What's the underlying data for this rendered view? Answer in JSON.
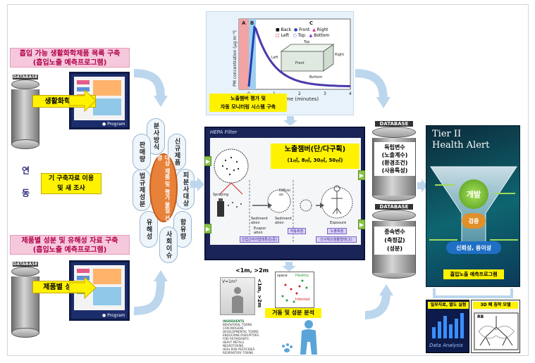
{
  "left": {
    "top_banner_line1": "흡입 가능 생활화학제품 목록 구축",
    "top_banner_line2": "(흡입노출 예측프로그램)",
    "db_label": "DATABASE",
    "top_product_label": "생활화학제품",
    "program_label": "Program",
    "link_vertical": "연 동",
    "middle_label_line1": "기 구축자료 이용",
    "middle_label_line2": "및 새 조사",
    "bottom_banner_line1": "제품별 성분 및 유해성 자료 구축",
    "bottom_banner_line2": "(흡입노출 예측프로그램)",
    "bottom_product_label": "제품별 성분"
  },
  "flower": {
    "center": "대상 제품 및 평가 물질 선정",
    "petals": [
      "분사방식",
      "신규제품",
      "피분사대상",
      "함유량",
      "사회이슈",
      "유해성",
      "법규제성분",
      "판매량"
    ]
  },
  "top_chart": {
    "regions": [
      "A",
      "B",
      "C"
    ],
    "y_label": "PM concentration (μg m⁻³)",
    "x_label": "Time (minutes)",
    "x_ticks": [
      "0",
      "1",
      "2",
      "3",
      "4"
    ],
    "legend": [
      "Back",
      "Front",
      "Right",
      "Left",
      "Top",
      "Bottom"
    ],
    "box_labels": [
      "Top",
      "Left",
      "Right",
      "Front",
      "Bottom"
    ],
    "caption_line1": "노출챔버 평가 및",
    "caption_line2": "자동 모니터링 시스템 구축"
  },
  "center_panel": {
    "title": "HEPA Filter",
    "headline": "노출챔버(단/다구획)",
    "sizes": "(1㎥, 8㎥, 30㎥, 50㎥)",
    "labels": [
      "Spraying",
      "Sediment ation",
      "Evapor ation",
      "Diffusi on",
      "Sediment ation",
      "Exposure"
    ],
    "bottom_boxes": [
      "산업근무지형태특성(중)",
      "자동측정",
      "노출측정",
      "다구획오염물형태(고)"
    ]
  },
  "bottom_center": {
    "dims_top": "<1m, >2m",
    "volume": "V=1m³",
    "dims_side": "<1m, >2m",
    "caption": "거동 및 성분 분석",
    "plot_labels": [
      "space",
      "Healthy",
      "Infected"
    ],
    "ingredients_head": "INGREDIENTS",
    "ingredients": [
      "BEHAVIORAL TOXINS",
      "CARCINOGENS",
      "DEVELOPMENTAL TOXINS",
      "ENDOCRINE DISRUPTORS",
      "FIRE RETARDANTS",
      "HEAVY METALS",
      "NEUROTOXINS",
      "HIGH RISK PESTICIDES",
      "RESPIRATORY TOXINS"
    ]
  },
  "right": {
    "db_label": "DATABASE",
    "upper_db_text": [
      "독립변수",
      "(노출계수)",
      "(환경조건)",
      "(사용특성)"
    ],
    "lower_db_text": [
      "종속변수",
      "(측정값)",
      "(성분)"
    ],
    "tier_title": "Tier II",
    "tier_subtitle": "Health Alert",
    "funnel_steps": [
      "개발",
      "검증",
      "신뢰성, 용이성"
    ],
    "program_bar": "흡입노출 예측프로그램",
    "bottom_left_label": "일부자료, 별도 실험",
    "bottom_left_footer": "Data  Analysis",
    "bottom_right_label": "3D 폐 침착 모델",
    "rb_label": "RB"
  },
  "colors": {
    "pink": "#f6c8dc",
    "yellow": "#fff200",
    "orange": "#e8823a",
    "navy": "#1c2d6b",
    "chart_blue": "#1f3fb5"
  }
}
